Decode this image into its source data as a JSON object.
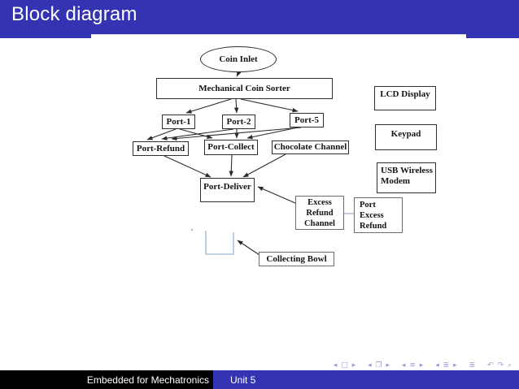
{
  "header": {
    "title": "Block diagram"
  },
  "diagram": {
    "nodes": {
      "coin_inlet": "Coin Inlet",
      "sorter": "Mechanical Coin Sorter",
      "port1": "Port-1",
      "port2": "Port-2",
      "port5": "Port-5",
      "port_refund": "Port-Refund",
      "port_collect": "Port-Collect",
      "chocolate_channel": "Chocolate Channel",
      "port_deliver": "Port-Deliver",
      "excess_refund_channel": "Excess\nRefund\nChannel",
      "port_excess_refund": "Port\nExcess\nRefund",
      "collecting_bowl": "Collecting Bowl",
      "lcd_display": "LCD Display",
      "keypad": "Keypad",
      "usb_modem": "USB Wireless\nModem"
    },
    "colors": {
      "accent_blue": "#3433b2",
      "line": "#2b2b2b",
      "bowl_stroke": "#b0c2da",
      "connector_gray": "#9aa6c4",
      "nav_icons": "#9b9dd8"
    }
  },
  "nav": {
    "items": [
      {
        "name": "slide-nav",
        "glyphs": "◂ □ ▸"
      },
      {
        "name": "frame-nav",
        "glyphs": "◂ ❐ ▸"
      },
      {
        "name": "subsection-nav",
        "glyphs": "◂ ≡ ▸"
      },
      {
        "name": "section-nav",
        "glyphs": "◂ ≣ ▸"
      },
      {
        "name": "presentation-nav",
        "glyphs": "≣"
      },
      {
        "name": "history-search-nav",
        "glyphs": "↶ ↷ ⌕"
      }
    ]
  },
  "footer": {
    "author": "Embedded for Mechatronics",
    "unit": "Unit 5"
  }
}
